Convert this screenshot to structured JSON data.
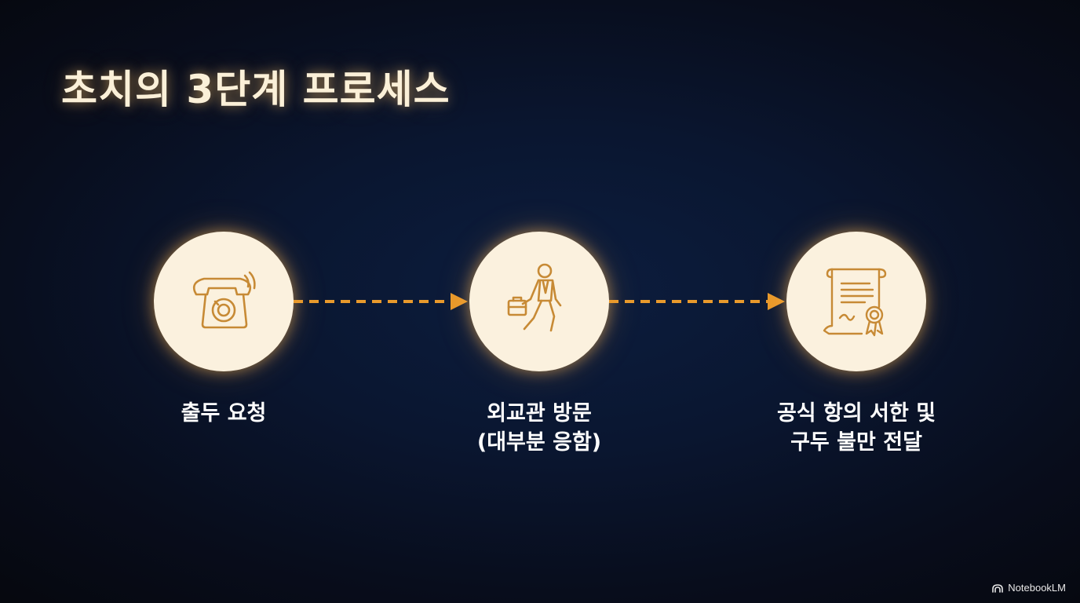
{
  "title": "초치의 3단계 프로세스",
  "steps": [
    {
      "icon": "telephone-icon",
      "lines": [
        "출두 요청"
      ]
    },
    {
      "icon": "walking-businessman-icon",
      "lines": [
        "외교관 방문",
        "(대부분 응함)"
      ]
    },
    {
      "icon": "official-document-icon",
      "lines": [
        "공식 항의 서한 및",
        "구두 불만 전달"
      ]
    }
  ],
  "colors": {
    "accent": "#e99a2c",
    "circle": "#fbf1de",
    "icon_stroke": "#c78a35",
    "title": "#fbf0d8"
  },
  "footer": {
    "brand": "NotebookLM",
    "icon": "notebooklm-logo-icon"
  }
}
